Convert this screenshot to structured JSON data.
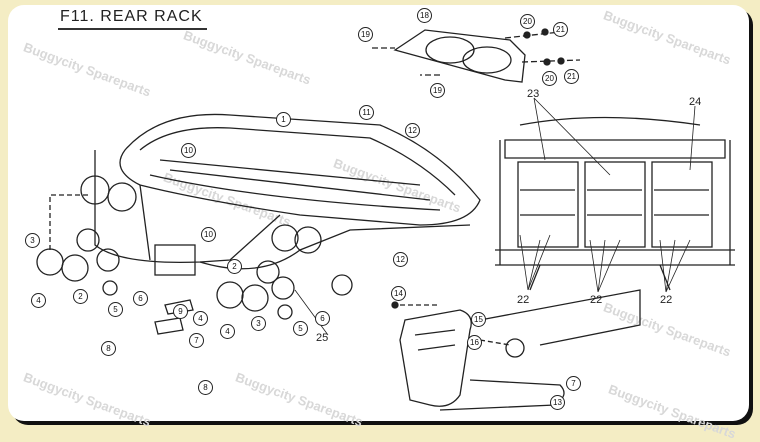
{
  "title": "F11. REAR RACK",
  "watermark": "Buggycity Spareparts",
  "callouts": {
    "c1": "1",
    "c2a": "2",
    "c2b": "2",
    "c3a": "3",
    "c3b": "3",
    "c4a": "4",
    "c4b": "4",
    "c4c": "4",
    "c5a": "5",
    "c5b": "5",
    "c6a": "6",
    "c6b": "6",
    "c7a": "7",
    "c7b": "7",
    "c8a": "8",
    "c8b": "8",
    "c9": "9",
    "c10a": "10",
    "c10b": "10",
    "c11": "11",
    "c12a": "12",
    "c12b": "12",
    "c13": "13",
    "c14": "14",
    "c15": "15",
    "c16": "16",
    "c18": "18",
    "c19a": "19",
    "c19b": "19",
    "c20a": "20",
    "c20b": "20",
    "c21a": "21",
    "c21b": "21"
  },
  "labels": {
    "l22a": "22",
    "l22b": "22",
    "l22c": "22",
    "l23": "23",
    "l24": "24",
    "l25": "25"
  }
}
